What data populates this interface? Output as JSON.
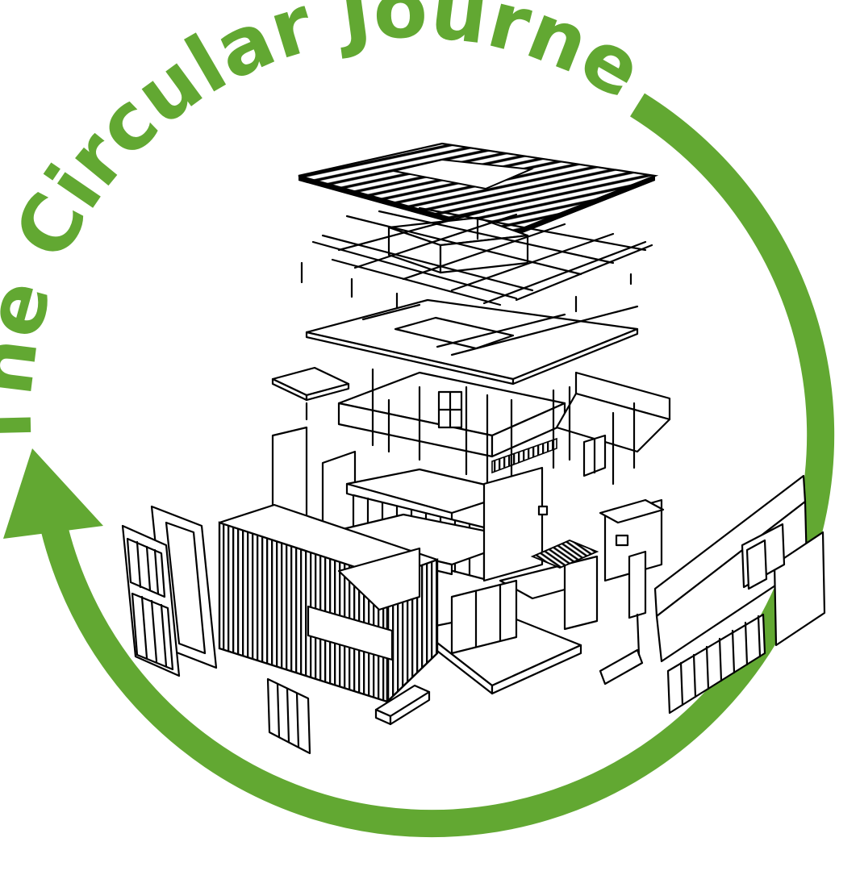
{
  "title": "The Circular Journey",
  "colors": {
    "accent": "#62a832",
    "line": "#000000",
    "background": "#ffffff"
  },
  "illustration": {
    "subject": "exploded-axonometric-house",
    "arrow": "clockwise-cycle-arrow"
  }
}
